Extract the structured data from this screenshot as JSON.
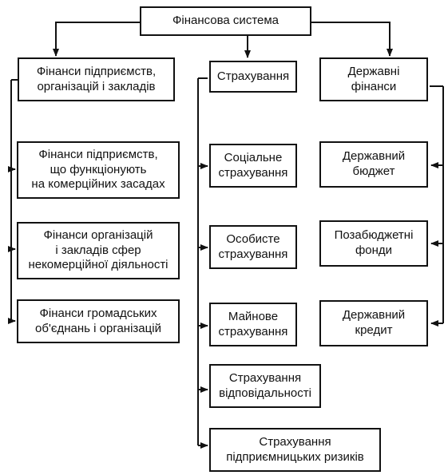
{
  "root": "Фінансова система",
  "branches": {
    "enterprise": {
      "title": "Фінанси підприємств,\nорганізацій і закладів",
      "items": [
        "Фінанси підприємств,\nщо функціонують\nна комерційних засадах",
        "Фінанси організацій\nі закладів сфер\nнекомерційної діяльності",
        "Фінанси громадських\nоб'єднань і організацій"
      ]
    },
    "insurance": {
      "title": "Страхування",
      "items": [
        "Соціальне\nстрахування",
        "Особисте\nстрахування",
        "Майнове\nстрахування",
        "Страхування\nвідповідальності",
        "Страхування\nпідприємницьких ризиків"
      ]
    },
    "state": {
      "title": "Державні\nфінанси",
      "items": [
        "Державний\nбюджет",
        "Позабюджетні\nфонди",
        "Державний\nкредит"
      ]
    }
  }
}
